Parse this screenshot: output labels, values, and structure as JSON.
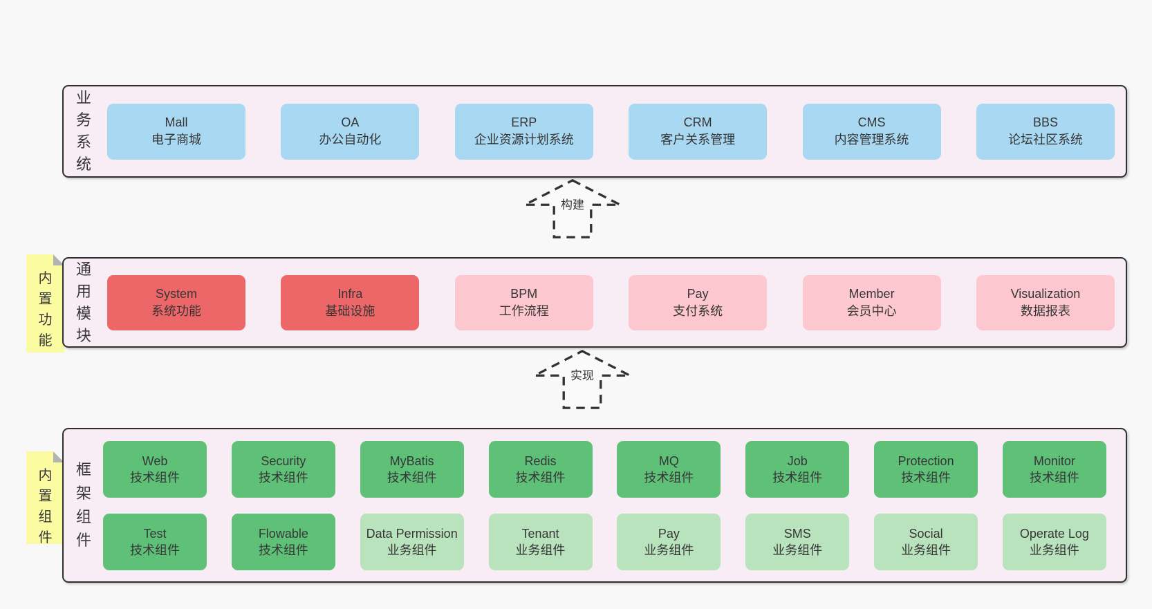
{
  "diagram": {
    "arrows": [
      {
        "label": "构建"
      },
      {
        "label": "实现"
      }
    ],
    "notes": [
      {
        "label": "内置功能"
      },
      {
        "label": "内置组件"
      }
    ],
    "layers": [
      {
        "side_label": "业务系统",
        "boxes": [
          {
            "en": "Mall",
            "zh": "电子商城"
          },
          {
            "en": "OA",
            "zh": "办公自动化"
          },
          {
            "en": "ERP",
            "zh": "企业资源计划系统"
          },
          {
            "en": "CRM",
            "zh": "客户关系管理"
          },
          {
            "en": "CMS",
            "zh": "内容管理系统"
          },
          {
            "en": "BBS",
            "zh": "论坛社区系统"
          }
        ]
      },
      {
        "side_label": "通用模块",
        "boxes": [
          {
            "en": "System",
            "zh": "系统功能"
          },
          {
            "en": "Infra",
            "zh": "基础设施"
          },
          {
            "en": "BPM",
            "zh": "工作流程"
          },
          {
            "en": "Pay",
            "zh": "支付系统"
          },
          {
            "en": "Member",
            "zh": "会员中心"
          },
          {
            "en": "Visualization",
            "zh": "数据报表"
          }
        ]
      },
      {
        "side_label": "框架组件",
        "rows": [
          [
            {
              "en": "Web",
              "zh": "技术组件"
            },
            {
              "en": "Security",
              "zh": "技术组件"
            },
            {
              "en": "MyBatis",
              "zh": "技术组件"
            },
            {
              "en": "Redis",
              "zh": "技术组件"
            },
            {
              "en": "MQ",
              "zh": "技术组件"
            },
            {
              "en": "Job",
              "zh": "技术组件"
            },
            {
              "en": "Protection",
              "zh": "技术组件"
            },
            {
              "en": "Monitor",
              "zh": "技术组件"
            }
          ],
          [
            {
              "en": "Test",
              "zh": "技术组件"
            },
            {
              "en": "Flowable",
              "zh": "技术组件"
            },
            {
              "en": "Data Permission",
              "zh": "业务组件"
            },
            {
              "en": "Tenant",
              "zh": "业务组件"
            },
            {
              "en": "Pay",
              "zh": "业务组件"
            },
            {
              "en": "SMS",
              "zh": "业务组件"
            },
            {
              "en": "Social",
              "zh": "业务组件"
            },
            {
              "en": "Operate Log",
              "zh": "业务组件"
            }
          ]
        ]
      }
    ],
    "colors": {
      "page_bg": "#f8f8f8",
      "layer_bg": "#f8edf5",
      "layer_border": "#2f2f2f",
      "blue_box": "#a8d8f2",
      "red_box": "#ee6768",
      "pink_box": "#fcc7cf",
      "green_box": "#5fc178",
      "light_green_box": "#b9e3bd",
      "note_bg": "#fbfba2",
      "text": "#363636"
    }
  }
}
